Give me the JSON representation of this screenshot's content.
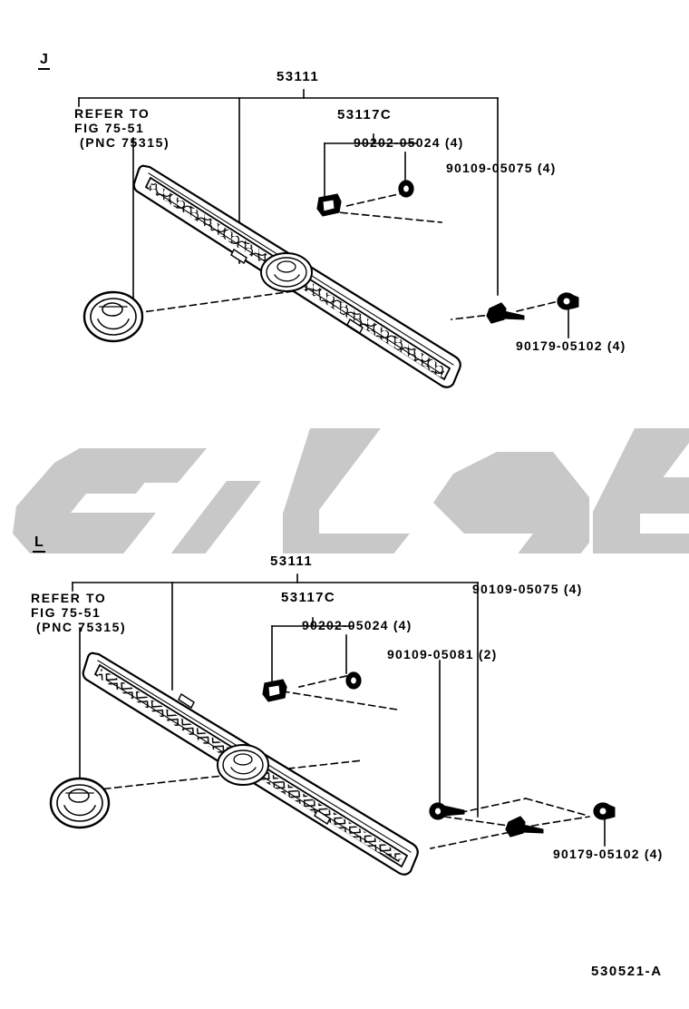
{
  "document": {
    "figure_number": "530521-A",
    "sections": [
      {
        "mark": "J",
        "grille_style": "honeycomb-mesh",
        "labels": [
          {
            "id": "grille-assy",
            "text": "53111"
          },
          {
            "id": "emblem-refer",
            "text": "REFER TO"
          },
          {
            "id": "emblem-fig",
            "text": "FIG 75-51"
          },
          {
            "id": "emblem-pnc",
            "text": "(PNC 75315)"
          },
          {
            "id": "retainer",
            "text": "53117C"
          },
          {
            "id": "clip",
            "text": "90202-05024 (4)"
          },
          {
            "id": "screw-upper",
            "text": "90109-05075 (4)"
          },
          {
            "id": "nut",
            "text": "90179-05102 (4)"
          }
        ]
      },
      {
        "mark": "L",
        "grille_style": "rectangular-slot",
        "labels": [
          {
            "id": "grille-assy",
            "text": "53111"
          },
          {
            "id": "emblem-refer",
            "text": "REFER TO"
          },
          {
            "id": "emblem-fig",
            "text": "FIG 75-51"
          },
          {
            "id": "emblem-pnc",
            "text": "(PNC 75315)"
          },
          {
            "id": "retainer",
            "text": "53117C"
          },
          {
            "id": "clip",
            "text": "90202-05024 (4)"
          },
          {
            "id": "screw-upper",
            "text": "90109-05075 (4)"
          },
          {
            "id": "screw-lower",
            "text": "90109-05081 (2)"
          },
          {
            "id": "nut",
            "text": "90179-05102 (4)"
          }
        ]
      }
    ],
    "watermark": {
      "color": "#c8c8c8"
    },
    "line_color": "#000000"
  }
}
